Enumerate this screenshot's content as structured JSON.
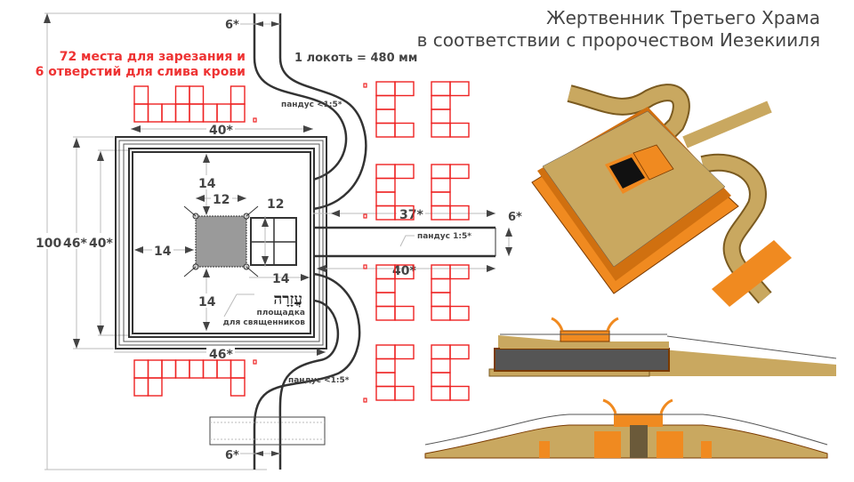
{
  "title": {
    "line1": "Жертвенник Третьего Храма",
    "line2": "в соответствии с пророчеством Иезекииля"
  },
  "notes": {
    "places_line1": "72 места для зарезания и",
    "places_line2": "6 отверстий для слива крови",
    "scale": "1 локоть = 480 мм"
  },
  "dimensions": {
    "total_height": "100",
    "outer_height": "46*",
    "inner_height": "40*",
    "top_width": "40*",
    "bottom_width": "46*",
    "ramp_width_top": "6*",
    "ramp_width_bottom": "6*",
    "east_ramp_length": "37*",
    "east_ramp_width": "6*",
    "east_offset": "40*",
    "grid_top": "14",
    "grid_size": "12",
    "box_size": "12",
    "grid_left": "14",
    "grid_bottom": "14",
    "grid_right": "14"
  },
  "labels": {
    "ramp_top": "пандус <1:5*",
    "ramp_east": "пандус 1:5*",
    "ramp_bottom": "пандус <1:5*",
    "hebrew": "עֲזָרָה",
    "platform_line1": "площадка",
    "platform_line2": "для священников"
  },
  "colors": {
    "accent_red": "#ee2222",
    "orange": "#f08a20",
    "stone": "#c9a860"
  }
}
